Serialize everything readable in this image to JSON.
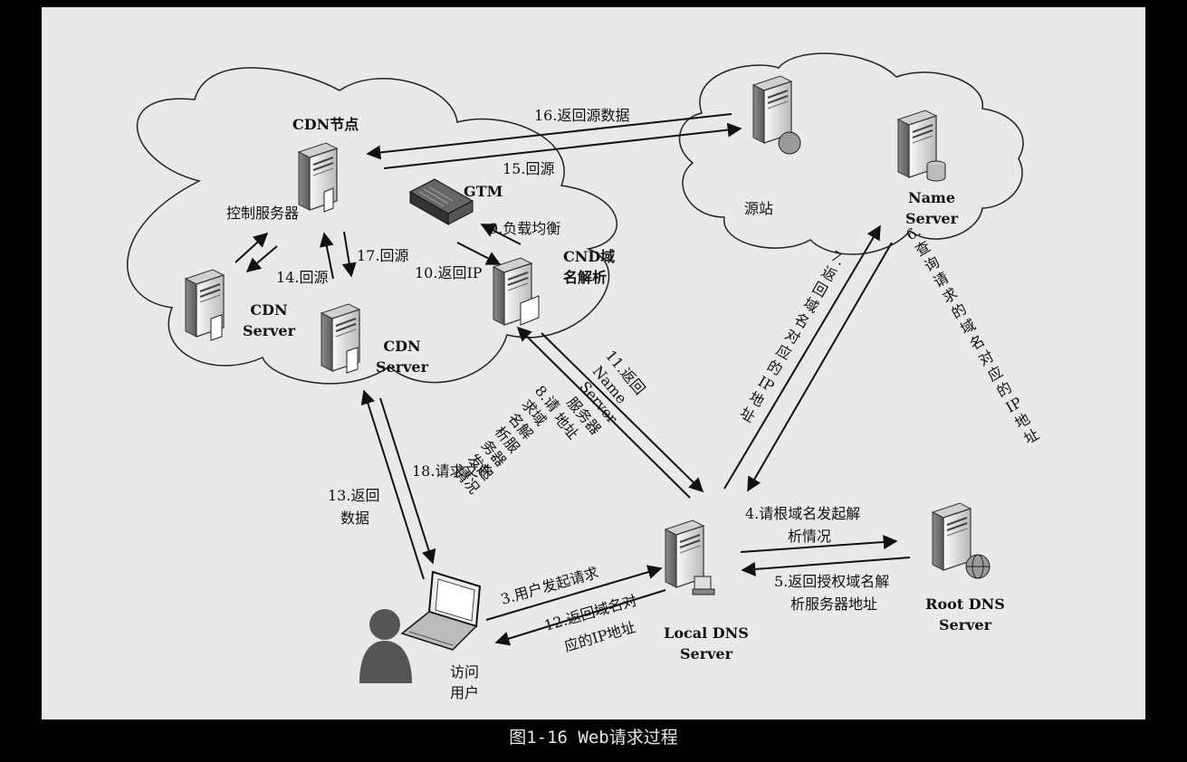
{
  "caption": "图1-16 Web请求过程",
  "nodes": {
    "cdn_node": "CDN节点",
    "control_server": "控制服务器",
    "gtm": "GTM",
    "cnd_resolver_1": "CND域",
    "cnd_resolver_2": "名解析",
    "cdn_server_a_1": "CDN",
    "cdn_server_a_2": "Server",
    "cdn_server_b_1": "CDN",
    "cdn_server_b_2": "Server",
    "origin": "源站",
    "name_server_1": "Name",
    "name_server_2": "Server",
    "local_dns_1": "Local DNS",
    "local_dns_2": "Server",
    "root_dns_1": "Root DNS",
    "root_dns_2": "Server",
    "user_1": "访问",
    "user_2": "用户"
  },
  "steps": {
    "s3": "3.用户发起请求",
    "s4_1": "4.请根域名发起解",
    "s4_2": "析情况",
    "s5_1": "5.返回授权域名解",
    "s5_2": "析服务器地址",
    "s6": [
      "6.",
      "查",
      "询",
      "请",
      "求",
      "的",
      "域",
      "名",
      "对",
      "应",
      "的",
      "IP",
      "地",
      "址"
    ],
    "s7": [
      "7.",
      "返",
      "回",
      "域",
      "名",
      "对",
      "应",
      "的",
      "IP",
      "地",
      "址"
    ],
    "s8": [
      "8.请",
      "求域",
      "名解",
      "析服",
      "务器",
      "发起",
      "情况"
    ],
    "s9": "9.负载均衡",
    "s10": "10.返回IP",
    "s11": [
      "11.返回",
      "Name",
      "Server",
      "服务器",
      "地址"
    ],
    "s12_1": "12.返回域名对",
    "s12_2": "应的IP地址",
    "s13_1": "13.返回",
    "s13_2": "数据",
    "s14": "14.回源",
    "s15": "15.回源",
    "s16": "16.返回源数据",
    "s17": "17.回源",
    "s18": "18.请求文件"
  }
}
